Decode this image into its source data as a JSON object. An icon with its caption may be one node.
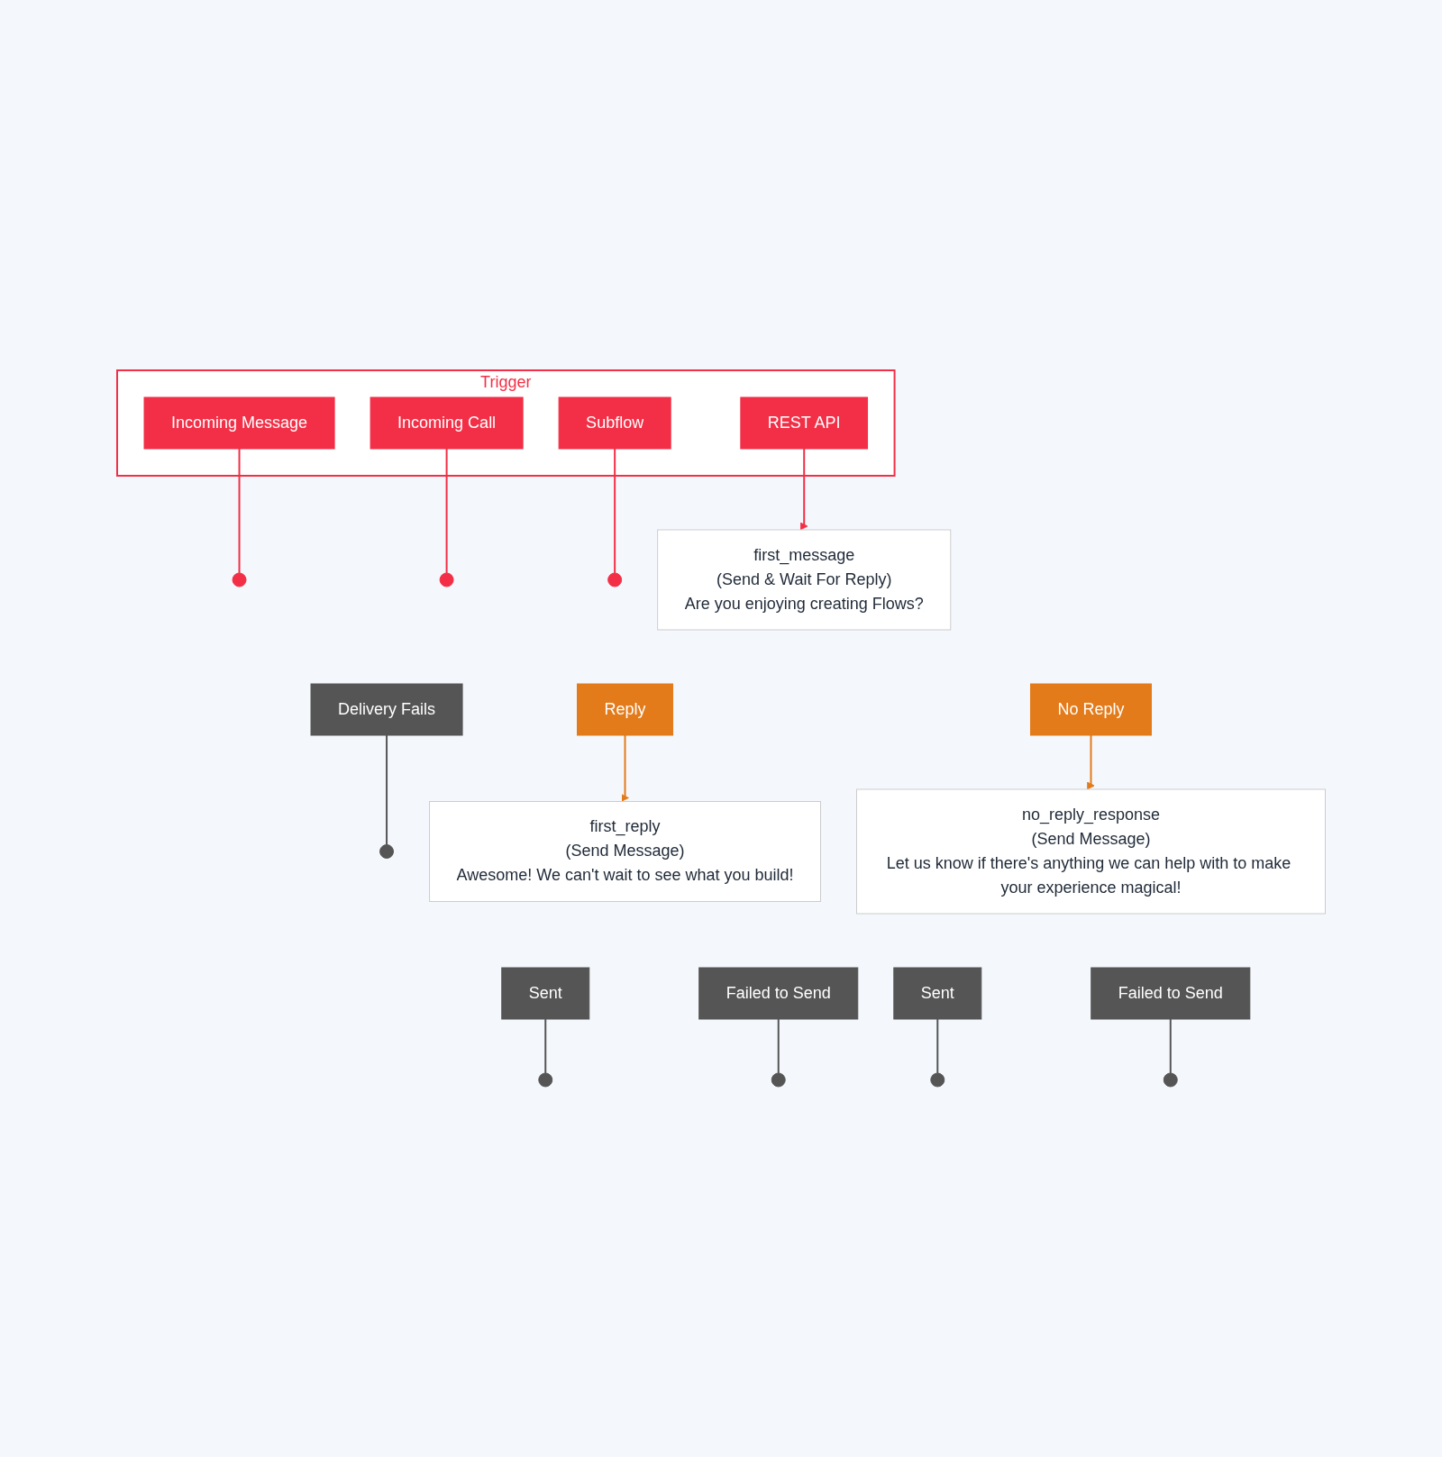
{
  "diagram": {
    "nodes": [
      {
        "text": [
          "Trigger"
        ]
      },
      {
        "text": [
          "Incoming Message"
        ],
        "in": 0
      },
      {
        "text": [
          "Incoming Call"
        ],
        "in": 0
      },
      {
        "text": [
          "REST API"
        ],
        "in": 0
      },
      {
        "text": [
          "Subflow"
        ],
        "in": 0
      },
      {
        "text": [],
        "shape": "circle"
      },
      {
        "text": [],
        "shape": "circle"
      },
      {
        "text": [],
        "shape": "circle"
      },
      {
        "text": [
          "first_message",
          "(Send & Wait For Reply)",
          "Are you enjoying creating Flows?"
        ]
      },
      {
        "text": [
          "Reply"
        ]
      },
      {
        "text": [
          "No Reply"
        ]
      },
      {
        "text": [
          "Delivery Fails"
        ]
      },
      {
        "text": [],
        "shape": "circle"
      },
      {
        "text": [
          "first_reply",
          "(Send Message)",
          "Awesome! We can't wait to see what you build!"
        ]
      },
      {
        "text": [
          "Sent"
        ]
      },
      {
        "text": [
          "Failed to Send"
        ]
      },
      {
        "text": [
          "no_reply_response",
          "(Send Message)",
          "Let us know if there's anything we can help with to make your experience magical!"
        ]
      },
      {
        "text": [
          "Sent"
        ]
      },
      {
        "text": [
          "Failed to Send"
        ]
      },
      {
        "text": [],
        "shape": "circle"
      },
      {
        "text": [],
        "shape": "circle"
      },
      {
        "text": [],
        "shape": "circle"
      },
      {
        "text": [],
        "shape": "circle"
      }
    ],
    "edges": [
      {
        "from": 1,
        "to": 5,
        "arrow": "none",
        "color": "#f22f46"
      },
      {
        "from": 2,
        "to": 6,
        "arrow": "none",
        "color": "#f22f46"
      },
      {
        "from": 3,
        "to": 8,
        "arrow": "to",
        "color": "#f22f46"
      },
      {
        "from": 4,
        "to": 7,
        "arrow": "none",
        "color": "#f22f46"
      },
      {
        "from": 9,
        "to": 13,
        "arrow": "to",
        "color": "#e37b1b"
      },
      {
        "from": 10,
        "to": 16,
        "arrow": "to",
        "color": "#e37b1b"
      },
      {
        "from": 11,
        "to": 12,
        "arrow": "none"
      },
      {
        "from": 14,
        "to": 19,
        "arrow": "none"
      },
      {
        "from": 15,
        "to": 20,
        "arrow": "none"
      },
      {
        "from": 17,
        "to": 21,
        "arrow": "none"
      },
      {
        "from": 18,
        "to": 22,
        "arrow": "none"
      }
    ]
  }
}
